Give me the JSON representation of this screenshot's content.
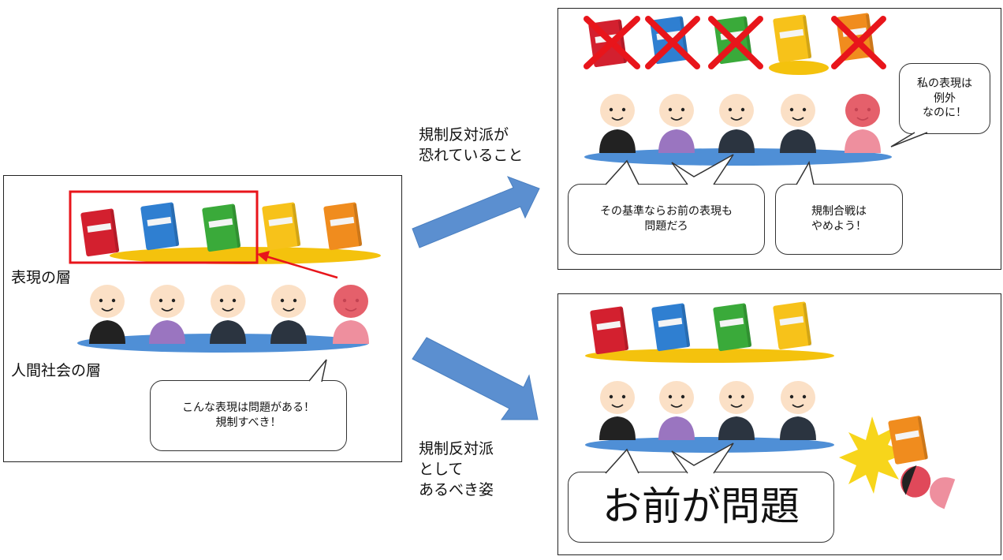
{
  "left_panel": {
    "layer_expression_label": "表現の層",
    "layer_society_label": "人間社会の層",
    "bubble_text": "こんな表現は問題がある！\n規制すべき！"
  },
  "captions": {
    "fear": "規制反対派が\n恐れていること",
    "ideal": "規制反対派\nとして\nあるべき姿"
  },
  "top_right_panel": {
    "bubble_standard": "その基準ならお前の表現も\n問題だろ",
    "bubble_stop": "規制合戦は\nやめよう！",
    "bubble_exception": "私の表現は\n例外\nなのに！"
  },
  "bottom_right_panel": {
    "big_bubble": "お前が問題"
  },
  "colors": {
    "book_red": "#d3202f",
    "book_blue": "#2f7fd1",
    "book_green": "#3aaa3a",
    "book_yellow": "#f7c21a",
    "book_orange": "#f08c1e",
    "arrow_blue": "#5b8fd0",
    "cross_red": "#e8151b",
    "expression_layer": "#f4c20d",
    "society_layer": "#4f8fd6"
  }
}
